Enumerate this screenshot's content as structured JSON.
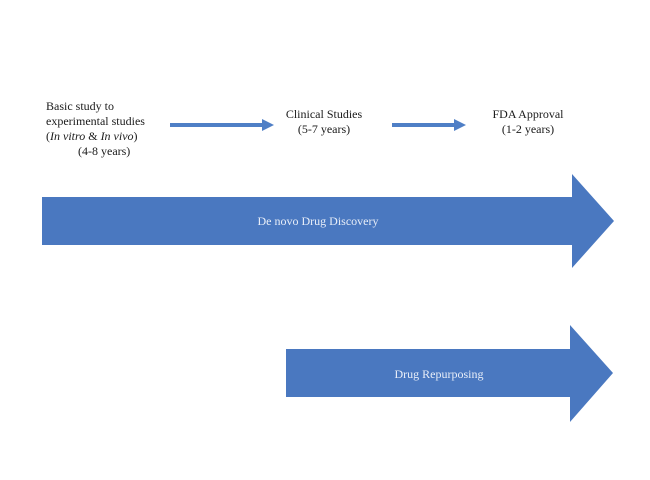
{
  "colors": {
    "arrow_fill": "#4a78c0",
    "small_arrow": "#4f7fc6",
    "label_text": "#e8eef8"
  },
  "stages": [
    {
      "line1": "Basic study to",
      "line2": "experimental studies",
      "line3_open": "(",
      "line3_a": "In vitro",
      "line3_amp": " & ",
      "line3_b": "In vivo",
      "line3_close": ")",
      "line4": "(4-8 years)"
    },
    {
      "title": "Clinical Studies",
      "duration": "(5-7 years)"
    },
    {
      "title": "FDA Approval",
      "duration": "(1-2 years)"
    }
  ],
  "arrows": {
    "de_novo": "De novo Drug Discovery",
    "repurposing": "Drug Repurposing"
  }
}
